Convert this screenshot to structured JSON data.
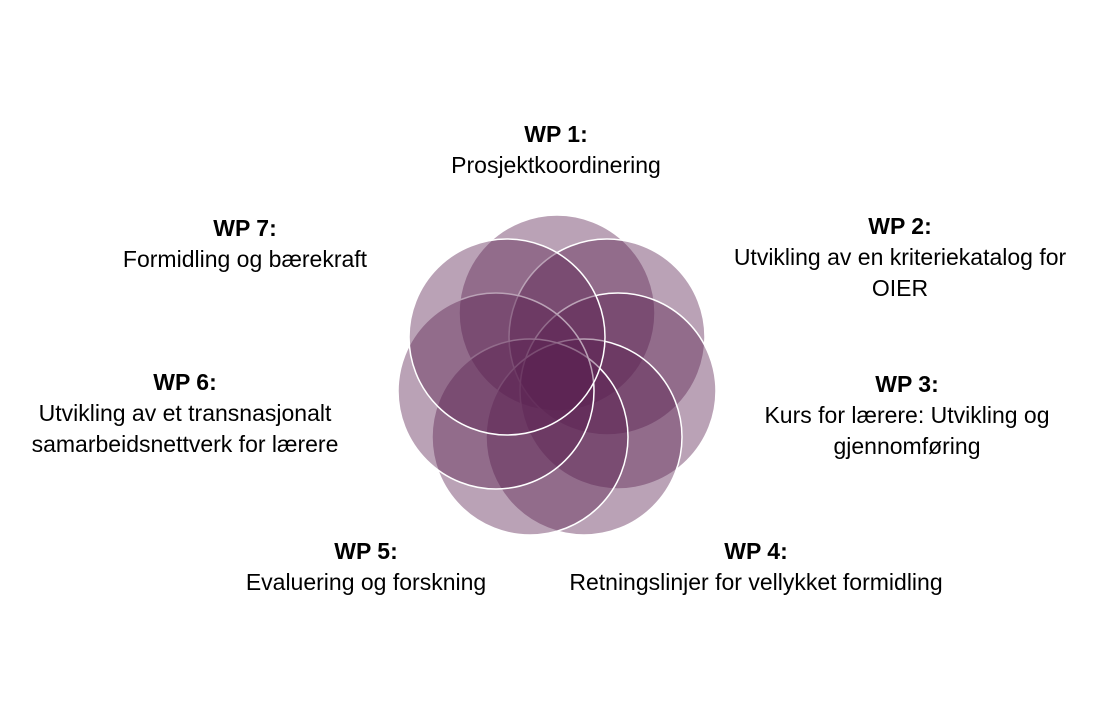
{
  "diagram": {
    "fill_color": "#5a2150",
    "stroke_color": "#ffffff",
    "work_packages": [
      {
        "id": "wp1",
        "title": "WP 1:",
        "text": "Prosjektkoordinering"
      },
      {
        "id": "wp2",
        "title": "WP 2:",
        "text": "Utvikling av en kriteriekatalog for\nOIER"
      },
      {
        "id": "wp3",
        "title": "WP 3:",
        "text": "Kurs for lærere: Utvikling og\ngjennomføring"
      },
      {
        "id": "wp4",
        "title": "WP 4:",
        "text": "Retningslinjer for vellykket formidling"
      },
      {
        "id": "wp5",
        "title": "WP 5:",
        "text": "Evaluering og forskning"
      },
      {
        "id": "wp6",
        "title": "WP 6:",
        "text": "Utvikling av et transnasjonalt\nsamarbeidsnettverk for lærere"
      },
      {
        "id": "wp7",
        "title": "WP 7:",
        "text": "Formidling og bærekraft"
      }
    ]
  }
}
